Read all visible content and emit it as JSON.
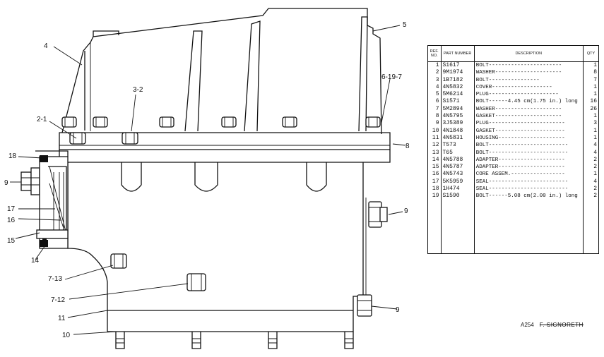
{
  "callouts": {
    "c5": "5",
    "c4": "4",
    "c3_2": "3-2",
    "c6_19_7": "6-19-7",
    "c2_1": "2-1",
    "c8": "8",
    "c18": "18",
    "c9_left": "9",
    "c9_right": "9",
    "c17": "17",
    "c16": "16",
    "c15": "15",
    "c14": "14",
    "c7_13": "7-13",
    "c7_12": "7-12",
    "c9_bottom": "9",
    "c11": "11",
    "c10": "10"
  },
  "table": {
    "headers": {
      "ref": "REF. NO.",
      "part": "PART NUMBER",
      "desc": "DESCRIPTION",
      "qty": "QTY"
    },
    "rows": [
      {
        "ref": "1",
        "part": "S1617",
        "desc": "BOLT-----------------------",
        "qty": "1"
      },
      {
        "ref": "2",
        "part": "9M1974",
        "desc": "WASHER---------------------",
        "qty": "8"
      },
      {
        "ref": "3",
        "part": "1B7182",
        "desc": "BOLT----------------",
        "qty": "7"
      },
      {
        "ref": "4",
        "part": "4N5832",
        "desc": "COVER-------------------",
        "qty": "1"
      },
      {
        "ref": "5",
        "part": "5M6214",
        "desc": "PLUG----------------------",
        "qty": "1"
      },
      {
        "ref": "6",
        "part": "S1571",
        "desc": "BOLT------4.45 cm(1.75 in.) long",
        "qty": "16"
      },
      {
        "ref": "7",
        "part": "5M2894",
        "desc": "WASHER---------------------",
        "qty": "26"
      },
      {
        "ref": "8",
        "part": "4N5795",
        "desc": "GASKET---------------------",
        "qty": "1"
      },
      {
        "ref": "9",
        "part": "3J5389",
        "desc": "PLUG------------------------",
        "qty": "3"
      },
      {
        "ref": "10",
        "part": "4N1848",
        "desc": "GASKET----------------------",
        "qty": "1"
      },
      {
        "ref": "11",
        "part": "4N5831",
        "desc": "HOUSING---------------------",
        "qty": "1"
      },
      {
        "ref": "12",
        "part": "T573",
        "desc": "BOLT-------------------------",
        "qty": "4"
      },
      {
        "ref": "13",
        "part": "T65",
        "desc": "BOLT-------------------------",
        "qty": "4"
      },
      {
        "ref": "14",
        "part": "4N5788",
        "desc": "ADAPTER---------------------",
        "qty": "2"
      },
      {
        "ref": "15",
        "part": "4N5787",
        "desc": "ADAPTER---------------------",
        "qty": "2"
      },
      {
        "ref": "16",
        "part": "4N5743",
        "desc": "CORE ASSEM.-----------------",
        "qty": "1"
      },
      {
        "ref": "17",
        "part": "5K5959",
        "desc": "SEAL-------------------------",
        "qty": "4"
      },
      {
        "ref": "18",
        "part": "1H474",
        "desc": "SEAL-------------------------",
        "qty": "2"
      },
      {
        "ref": "19",
        "part": "S1590",
        "desc": "BOLT------5.08 cm(2.00 in.) long",
        "qty": "2"
      }
    ]
  },
  "figure": {
    "code": "A254",
    "struck_text": "F. SIGNORETH"
  }
}
